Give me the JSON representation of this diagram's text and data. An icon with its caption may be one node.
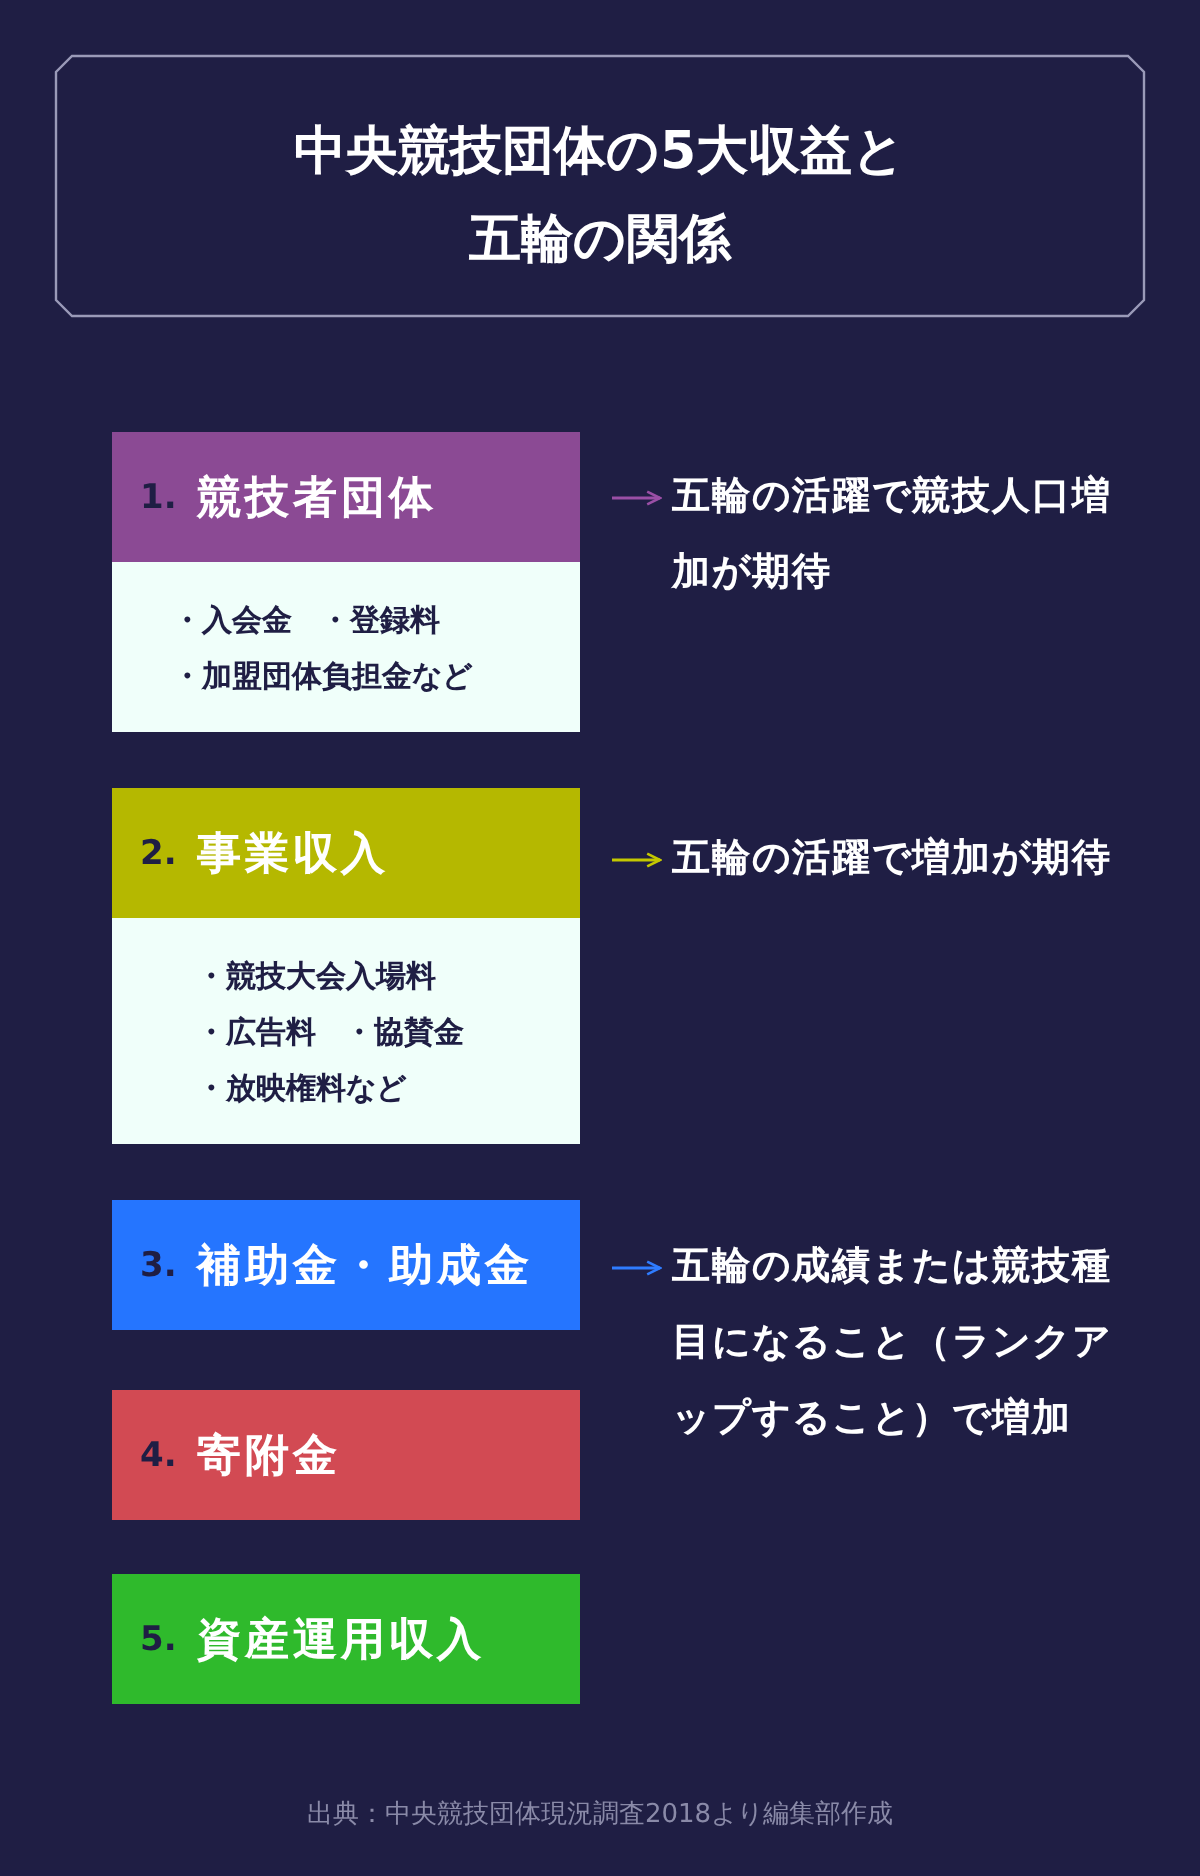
{
  "diagram": {
    "title": "中央競技団体の5大収益と五輪の関係",
    "caption": "出典：中央競技団体現況調査2018より編集部作成",
    "nodes": [
      {
        "text": [
          "1.",
          "競技者団体",
          "・入会金",
          "・登録料",
          "・加盟団体負担金など"
        ]
      },
      {
        "text": [
          "2.",
          "事業収入",
          "・競技大会入場料",
          "・広告料",
          "・協賛金",
          "・放映権料など"
        ]
      },
      {
        "text": [
          "3.",
          "補助金・助成金"
        ]
      },
      {
        "text": [
          "4.",
          "寄附金"
        ]
      },
      {
        "text": [
          "5.",
          "資産運用収入"
        ]
      },
      {
        "text": [
          "五輪の活躍で競技人口増加が期待"
        ]
      },
      {
        "text": [
          "五輪の活躍で増加が期待"
        ]
      },
      {
        "text": [
          "五輪の成績または競技種目になること（ランクアップすること）で増加"
        ]
      }
    ],
    "edges": [
      {
        "from": 0,
        "to": 5,
        "arrow": "to",
        "color": "#9a4fa6"
      },
      {
        "from": 1,
        "to": 6,
        "arrow": "to",
        "color": "#c4c800"
      },
      {
        "from": 2,
        "to": 7,
        "arrow": "to",
        "color": "#2f7cff"
      }
    ]
  }
}
